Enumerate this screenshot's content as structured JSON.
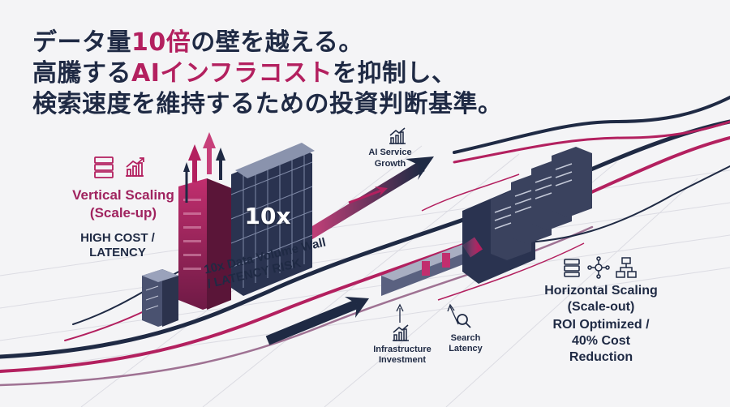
{
  "headline": {
    "line1_a": "データ量",
    "line1_b": "10倍",
    "line1_c": "の壁を越える。",
    "line2_a": "高騰する",
    "line2_b": "AIインフラコスト",
    "line2_c": "を抑制し、",
    "line3": "検索速度を維持するための投資判断基準。"
  },
  "left": {
    "title": "Vertical Scaling\n(Scale-up)",
    "risk": "HIGH COST /\nLATENCY"
  },
  "center": {
    "multiplier": "10x",
    "wall_label": "10x Data Volume Wall\n/ LATENCY RISK",
    "ai_label": "AI Service\nGrowth",
    "infra_label": "Infrastructure\nInvestment",
    "search_label": "Search\nLatency"
  },
  "right": {
    "title": "Horizontal Scaling\n(Scale-out)",
    "roi": "ROI Optimized /\n40% Cost\nReduction"
  },
  "icons": [
    "server-stack-icon",
    "growth-chart-icon",
    "search-icon",
    "network-nodes-icon",
    "flow-chart-icon"
  ],
  "colors": {
    "navy": "#1f2a44",
    "magenta": "#b3205f",
    "background": "#f4f4f6"
  }
}
